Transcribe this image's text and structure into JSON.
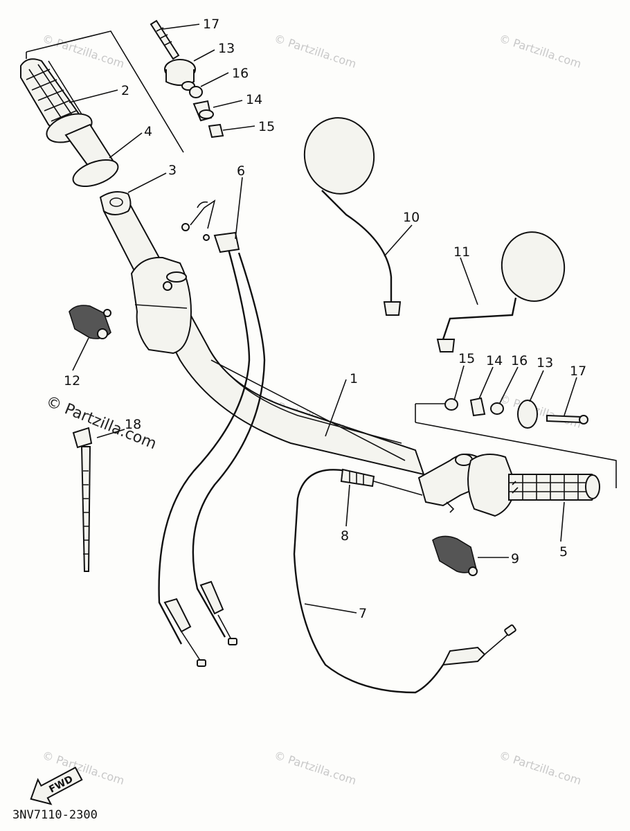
{
  "diagram": {
    "code": "3NV7110-2300",
    "fwd_label": "FWD",
    "watermark": "© Partzilla.com",
    "callouts": [
      "1",
      "2",
      "3",
      "4",
      "5",
      "6",
      "7",
      "8",
      "9",
      "10",
      "11",
      "12",
      "13",
      "14",
      "15",
      "16",
      "17",
      "18",
      "13",
      "14",
      "15",
      "16",
      "17"
    ]
  },
  "colors": {
    "line": "#111111",
    "watermark": "#c8c8c8",
    "paper": "#fdfdfb"
  }
}
